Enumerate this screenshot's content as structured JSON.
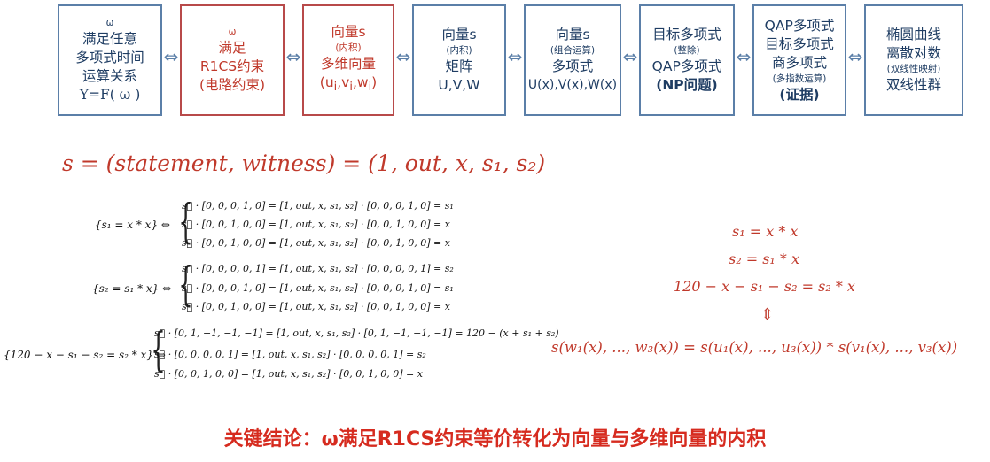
{
  "boxes": [
    {
      "lines": [
        "ω",
        "满足任意",
        "多项式时间",
        "运算关系",
        "Y=F( ω )"
      ]
    },
    {
      "lines": [
        "ω",
        "满足",
        "R1CS约束",
        "(电路约束)"
      ]
    },
    {
      "lines": [
        "向量s",
        "(内积)",
        "多维向量",
        "(u",
        "i",
        ",v",
        "i",
        ",w",
        "i",
        ")"
      ]
    },
    {
      "lines": [
        "向量s",
        "(内积)",
        "矩阵",
        "U,V,W"
      ]
    },
    {
      "lines": [
        "向量s",
        "(组合运算)",
        "多项式",
        "U(x),V(x),W(x)"
      ]
    },
    {
      "lines": [
        "目标多项式",
        "(整除)",
        "QAP多项式",
        "(NP问题)"
      ]
    },
    {
      "lines": [
        "QAP多项式",
        "目标多项式",
        "商多项式",
        "(多指数运算)",
        "(证据)"
      ]
    },
    {
      "lines": [
        "椭圆曲线",
        "离散对数",
        "(双线性映射)",
        "双线性群"
      ]
    }
  ],
  "arrow_symbol": "⇔",
  "s_equation": "s = (statement, witness) = (1, out, x, s₁, s₂)",
  "left_systems": [
    {
      "lhs": "{s₁ = x * x} ⇔",
      "rows": [
        "s⃗ · [0, 0, 0, 1, 0] = [1, out, x, s₁, s₂] · [0, 0, 0, 1, 0] = s₁",
        "s⃗ · [0, 0, 1, 0, 0] = [1, out, x, s₁, s₂] · [0, 0, 1, 0, 0] = x",
        "s⃗ · [0, 0, 1, 0, 0] = [1, out, x, s₁, s₂] · [0, 0, 1, 0, 0] = x"
      ]
    },
    {
      "lhs": "{s₂ = s₁ * x} ⇔",
      "rows": [
        "s⃗ · [0, 0, 0, 0, 1] = [1, out, x, s₁, s₂] · [0, 0, 0, 0, 1] = s₂",
        "s⃗ · [0, 0, 0, 1, 0] = [1, out, x, s₁, s₂] · [0, 0, 0, 1, 0] = s₁",
        "s⃗ · [0, 0, 1, 0, 0] = [1, out, x, s₁, s₂] · [0, 0, 1, 0, 0] = x"
      ]
    },
    {
      "lhs": "{120 − x − s₁ − s₂ = s₂ * x} ⇔",
      "rows": [
        "s⃗ · [0, 1, −1, −1, −1] = [1, out, x, s₁, s₂] · [0, 1, −1, −1, −1] = 120 − (x + s₁ + s₂)",
        "s⃗ · [0, 0, 0, 0, 1] = [1, out, x, s₁, s₂] · [0, 0, 0, 0, 1] = s₂",
        "s⃗ · [0, 0, 1, 0, 0] = [1, out, x, s₁, s₂] · [0, 0, 1, 0, 0] = x"
      ]
    }
  ],
  "right_equations": [
    "s₁ = x * x",
    "s₂ = s₁ * x",
    "120 − x − s₁ − s₂ = s₂ * x",
    "⇕",
    "s(w₁(x), ..., w₃(x)) = s(u₁(x), ..., u₃(x)) * s(v₁(x), ..., v₃(x))"
  ],
  "conclusion": "关键结论：ω满足R1CS约束等价转化为向量与多维向量的内积"
}
